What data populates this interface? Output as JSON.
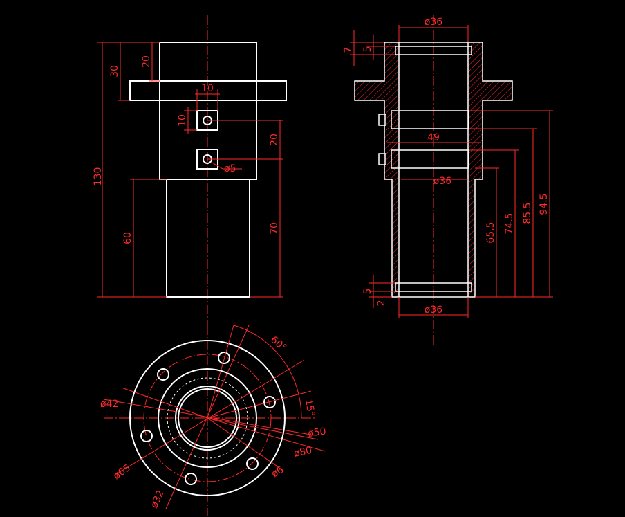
{
  "colors": {
    "background": "#000000",
    "geometry": "#ffffff",
    "dimension": "#ff2a2a"
  },
  "front_view": {
    "dims": {
      "d130": "130",
      "d30": "30",
      "d20_top": "20",
      "d10_h": "10",
      "d10_v": "10",
      "d20_mid": "20",
      "d_phi5": "ø5",
      "d60": "60",
      "d70": "70"
    }
  },
  "section_view": {
    "dims": {
      "phi36_top": "ø36",
      "d7": "7",
      "d5_top": "5",
      "d49": "49",
      "phi36_mid": "ø36",
      "d65_5": "65.5",
      "d74_5": "74.5",
      "d85_5": "85.5",
      "d94_5": "94.5",
      "d5_bot": "5",
      "d2": "2",
      "phi36_bot": "ø36"
    }
  },
  "top_view": {
    "dims": {
      "angle60": "60°",
      "angle15": "15°",
      "phi42": "ø42",
      "phi50": "ø50",
      "phi80": "ø80",
      "phi65": "ø65",
      "phi6": "ø6",
      "phi32": "ø32"
    }
  }
}
